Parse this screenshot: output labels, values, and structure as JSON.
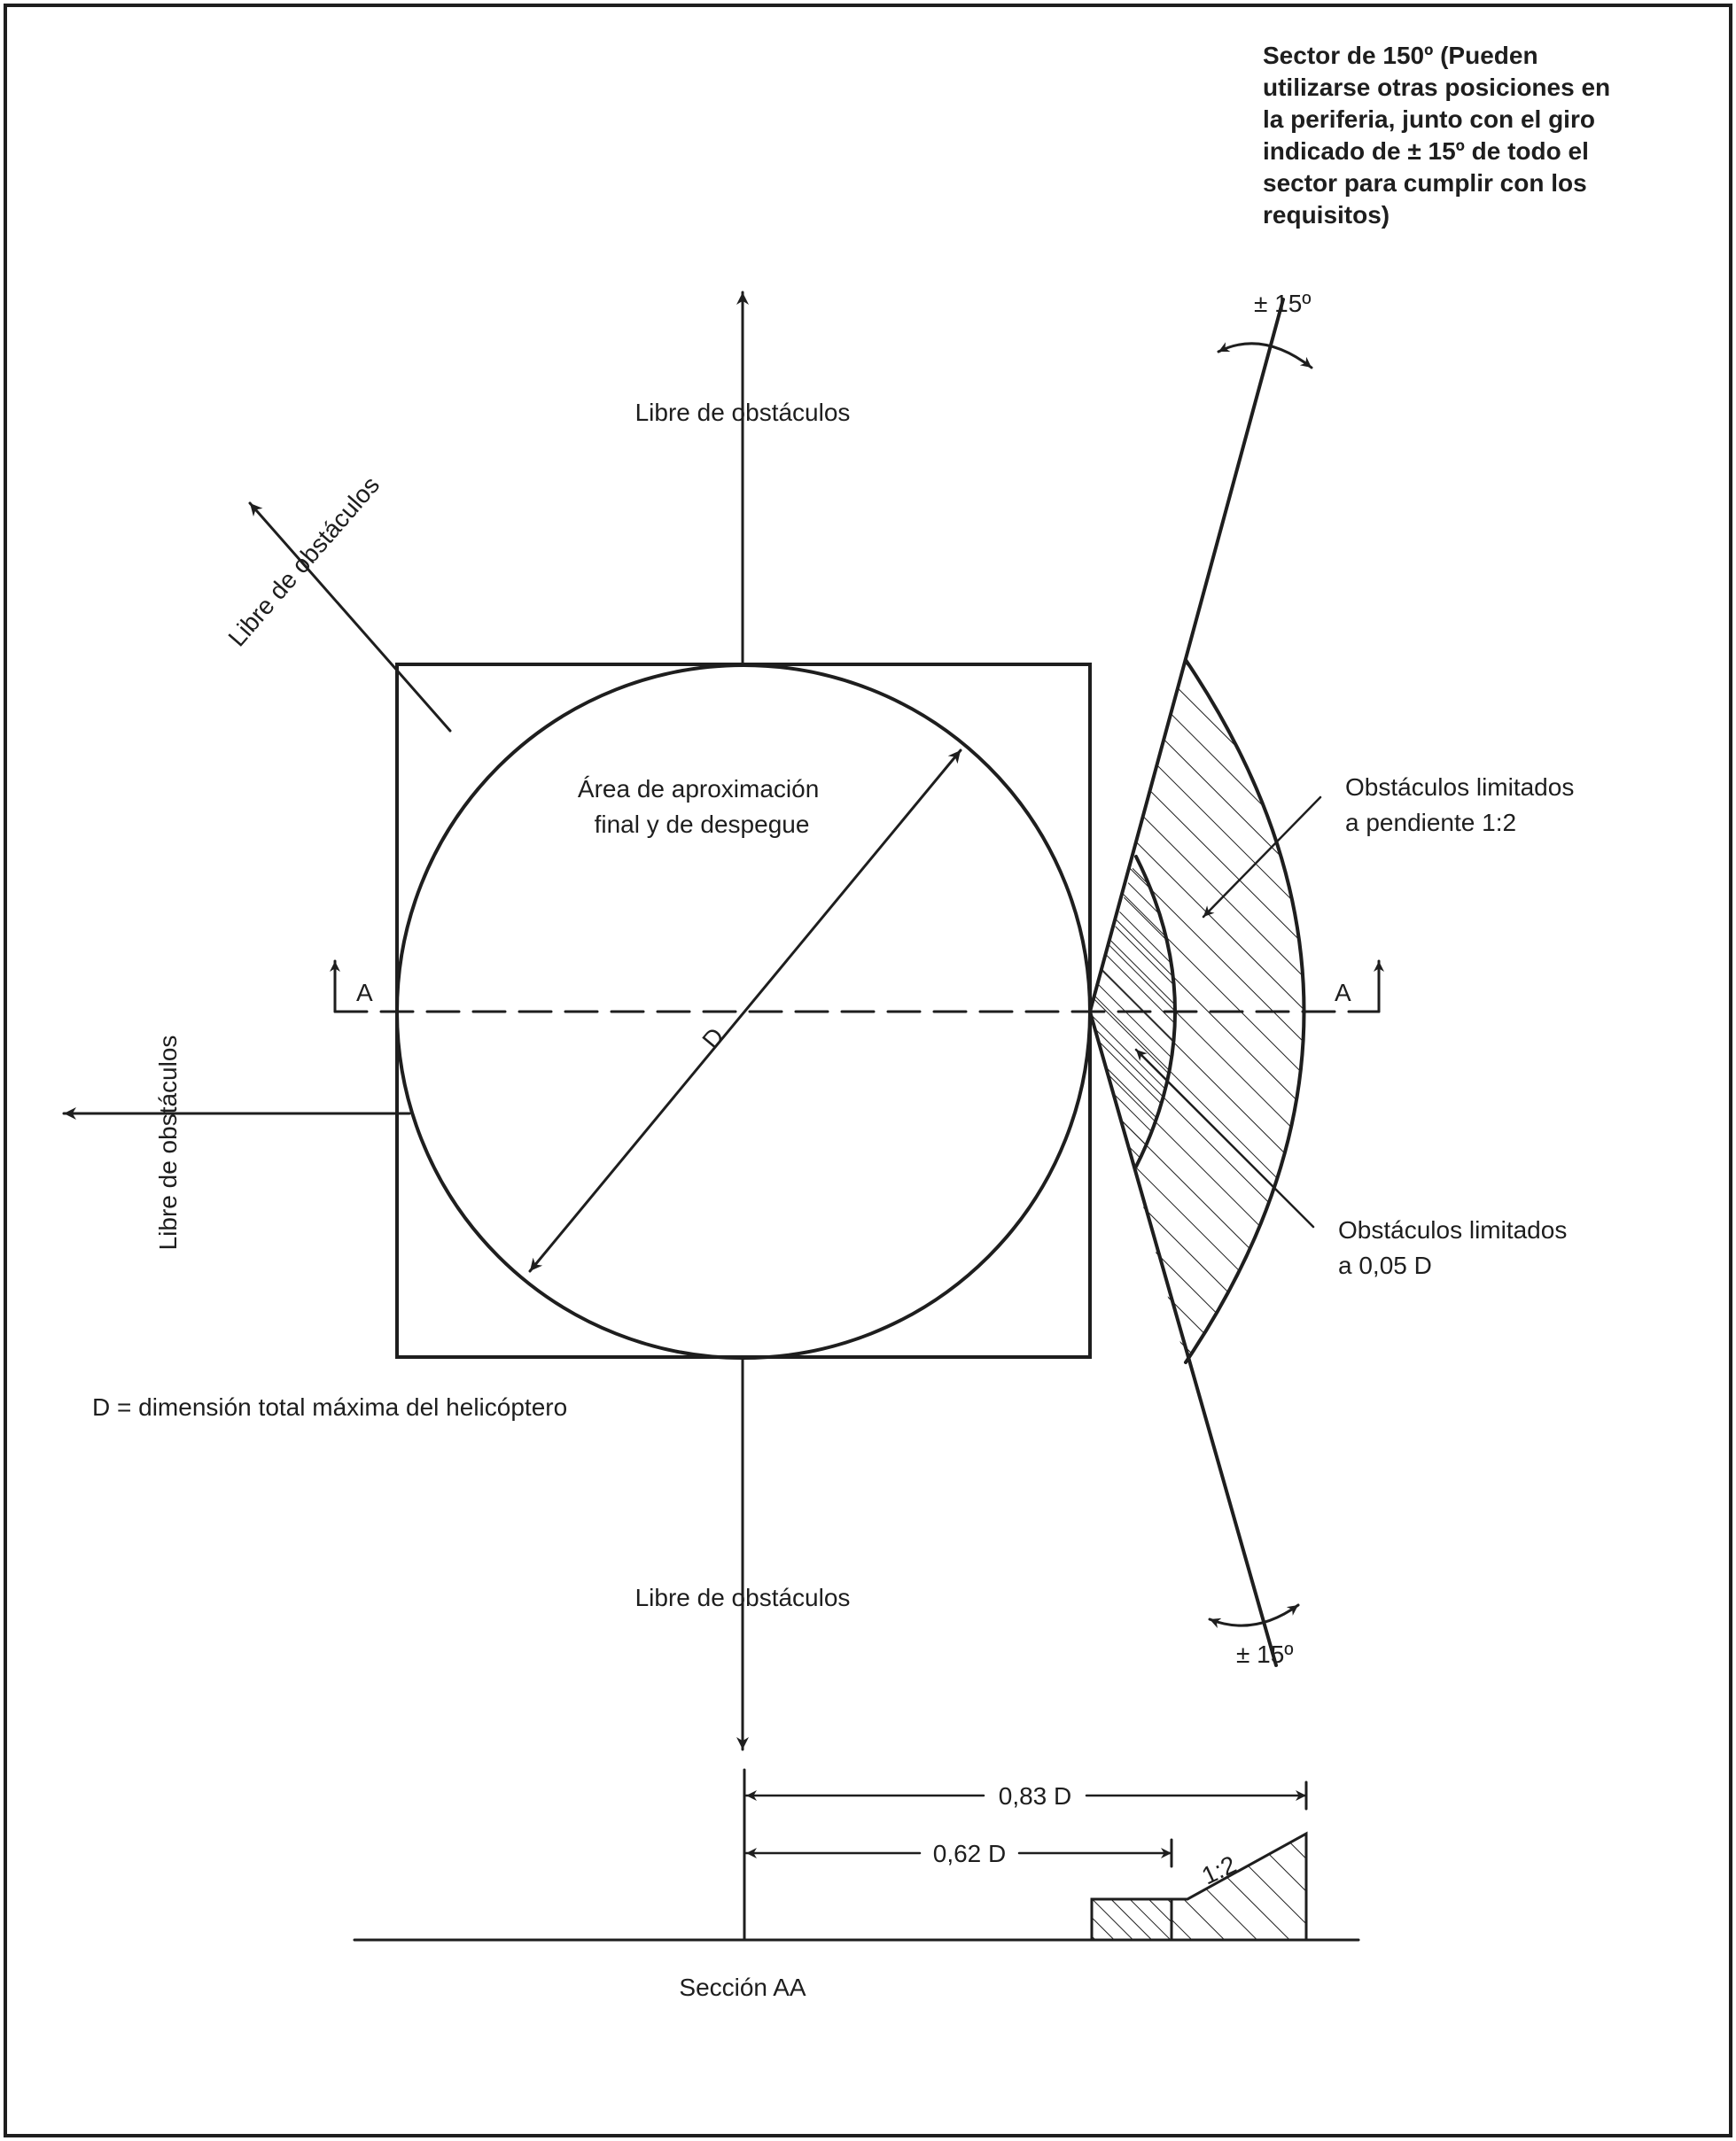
{
  "sector_note": [
    "Sector de 150º (Pueden",
    "utilizarse otras posiciones en",
    "la periferia, junto con el giro",
    "indicado de  ± 15º de todo el",
    "sector para cumplir con los",
    "requisitos)"
  ],
  "labels": {
    "free_top": "Libre de obstáculos",
    "free_diagonal": "Libre de obstáculos",
    "free_left": "Libre de obstáculos",
    "free_bottom": "Libre de obstáculos",
    "area_line1": "Área de aproximación",
    "area_line2": "final y de despegue",
    "diameter": "D",
    "section_a_left": "A",
    "section_a_right": "A",
    "pm15_top": "±  15º",
    "pm15_bottom": "±  15º",
    "limited_slope_line1": "Obstáculos limitados",
    "limited_slope_line2": "a pendiente 1:2",
    "limited_005_line1": "Obstáculos limitados",
    "limited_005_line2": "a 0,05 D",
    "d_definition": "D = dimensión total máxima del helicóptero",
    "dim_083": "0,83 D",
    "dim_062": "0,62 D",
    "slope": "1:2",
    "section_title": "Sección AA"
  },
  "colors": {
    "ink": "#1e1e1e",
    "paper": "#ffffff"
  }
}
